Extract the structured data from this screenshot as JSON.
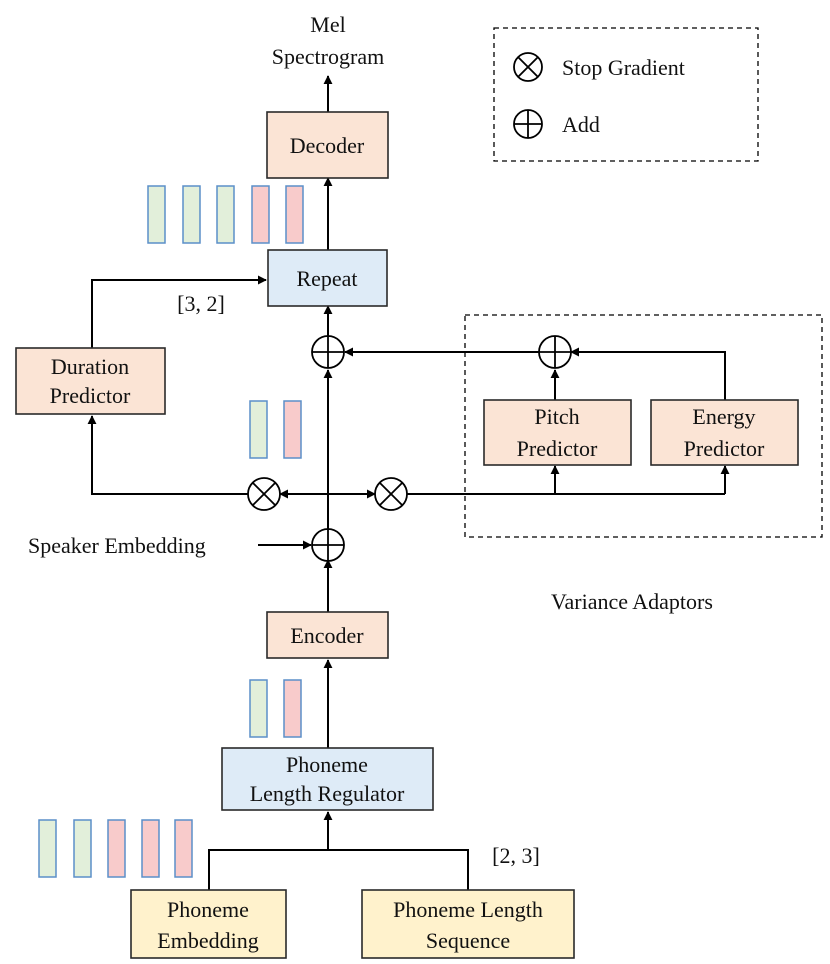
{
  "colors": {
    "peach": "#fbe4d5",
    "blue": "#deebf7",
    "yellow": "#fff2cc",
    "green_bar": "#e2efda",
    "pink_bar": "#f8cbcb",
    "bar_stroke": "#5b8fc9",
    "line": "#000000"
  },
  "output": {
    "line1": "Mel",
    "line2": "Spectrogram"
  },
  "legend": {
    "stop_gradient": {
      "symbol": "circle-x-icon",
      "label": "Stop Gradient"
    },
    "add": {
      "symbol": "circle-plus-icon",
      "label": "Add"
    }
  },
  "modules": {
    "decoder": "Decoder",
    "repeat": "Repeat",
    "duration_predictor": {
      "line1": "Duration",
      "line2": "Predictor"
    },
    "pitch_predictor": {
      "line1": "Pitch",
      "line2": "Predictor"
    },
    "energy_predictor": {
      "line1": "Energy",
      "line2": "Predictor"
    },
    "encoder": "Encoder",
    "phoneme_length_regulator": {
      "line1": "Phoneme",
      "line2": "Length Regulator"
    },
    "phoneme_embedding": {
      "line1": "Phoneme",
      "line2": "Embedding"
    },
    "phoneme_length_sequence": {
      "line1": "Phoneme Length",
      "line2": "Sequence"
    }
  },
  "labels": {
    "speaker_embedding": "Speaker Embedding",
    "variance_adaptors": "Variance Adaptors",
    "repeat_durations": "[3, 2]",
    "phoneme_lengths": "[2, 3]"
  },
  "token_bars": {
    "decoder_input": [
      "green",
      "green",
      "green",
      "pink",
      "pink"
    ],
    "adapted_hidden": [
      "green",
      "pink"
    ],
    "encoder_input": [
      "green",
      "pink"
    ],
    "phoneme_input": [
      "green",
      "green",
      "pink",
      "pink",
      "pink"
    ]
  }
}
